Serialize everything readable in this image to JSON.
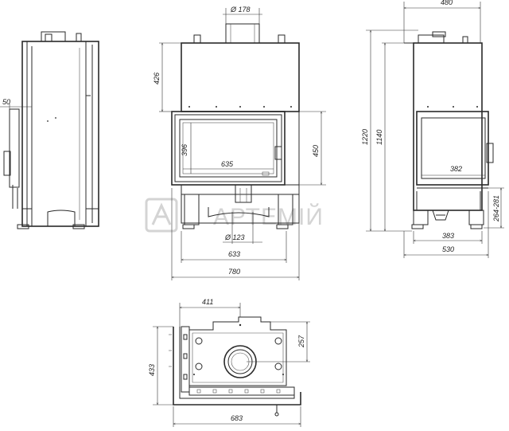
{
  "watermark": "АРТЕМІЙ",
  "side_view": {
    "dim_depth": "50"
  },
  "front_view": {
    "dim_flue_top": "Ø 178",
    "dim_upper_height": "426",
    "dim_glass_height": "396",
    "dim_glass_width": "635",
    "dim_door_height": "450",
    "dim_flue_bottom": "Ø 123",
    "dim_base_width": "633",
    "dim_total_width": "780"
  },
  "right_view": {
    "dim_top_width": "480",
    "dim_total_height": "1220",
    "dim_body_height": "1140",
    "dim_glass_width": "382",
    "dim_legs_height": "264-281",
    "dim_base_width": "383",
    "dim_total_depth": "530"
  },
  "plan_view": {
    "dim_top_width": "411",
    "dim_right_depth": "257",
    "dim_left_depth": "433",
    "dim_total_width": "683"
  }
}
